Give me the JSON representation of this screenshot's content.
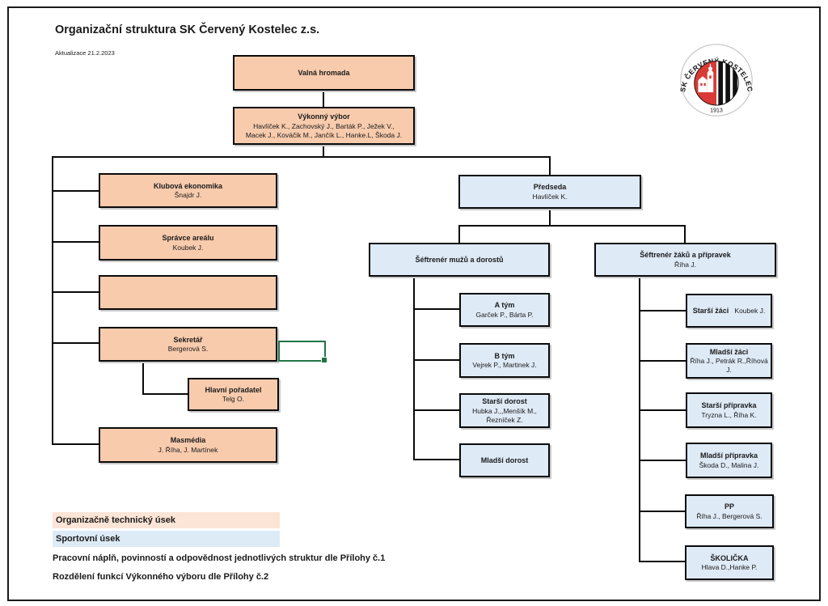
{
  "page": {
    "title": "Organizační struktura SK Červený Kostelec z.s.",
    "updated": "Aktualizace 21.2.2023"
  },
  "logo": {
    "text_top": "SK ČERVENÝ KOSTELEC",
    "year": "1913",
    "red": "#d93a35"
  },
  "colors": {
    "box_orange": "#F8CBAD",
    "box_blue": "#DEEAF6",
    "legend_orange": "#FCE4D6",
    "legend_blue": "#DDEBF7",
    "line": "#0a0a0a",
    "selection_green": "#217346"
  },
  "boxes": {
    "valna_hromada": {
      "title": "Valná hromada"
    },
    "vykonny_vybor": {
      "title": "Výkonný výbor",
      "name": "Havlíček K., Zachovský J., Barták P., Ježek V.,",
      "name2": "Macek J., Kováčik M., Jančík L., Hanke.L, Škoda J."
    },
    "klubova_ekonomika": {
      "title": "Klubová ekonomika",
      "name": "Šnajdr J."
    },
    "spravce_arealu": {
      "title": "Správce areálu",
      "name": "Koubek J."
    },
    "empty_box": {
      "title": "",
      "name": ""
    },
    "sekretar": {
      "title": "Sekretář",
      "name": "Bergerová S."
    },
    "hlavni_poradatel": {
      "title": "Hlavní pořadatel",
      "name": "Telg O."
    },
    "masmedia": {
      "title": "Masmédia",
      "name": "J. Říha, J. Martínek"
    },
    "predseda": {
      "title": "Předseda",
      "name": "Havlíček K."
    },
    "seftrener_muzu": {
      "title": "Šéftrenér mužů a dorostů"
    },
    "seftrener_zaku": {
      "title": "Šéftrenér žáků a přípravek",
      "name": "Říha J."
    },
    "a_tym": {
      "title": "A tým",
      "name": "Garček P., Bárta P."
    },
    "b_tym": {
      "title": "B tým",
      "name": "Vejrek P., Martinek J."
    },
    "starsi_dorost": {
      "title": "Starší dorost",
      "name": "Hubka J.,,Menšík M.,",
      "name2": "Řezníček Z."
    },
    "mladsi_dorost": {
      "title": "Mladší dorost"
    },
    "starsi_zaci": {
      "title": "Starší žáci",
      "name": "Koubek J."
    },
    "mladsi_zaci": {
      "title": "Mladší žáci",
      "name": "Říha J., Petrák R.,Říhová",
      "name2": "J."
    },
    "starsi_pripravka": {
      "title": "Starší přípravka",
      "name": "Tryzna L., Říha K."
    },
    "mladsi_pripravka": {
      "title": "Mladší přípravka",
      "name": "Škoda D., Malina J."
    },
    "pp": {
      "title": "PP",
      "name": "Říha J., Bergerová S."
    },
    "skolicka": {
      "title": "ŠKOLIČKA",
      "name": "Hlava D.,Hanke P."
    }
  },
  "legend": {
    "row1": "Organizačně technický úsek",
    "row2": "Sportovní úsek",
    "note1": "Pracovní náplň, povinností a odpovědnost jednotlivých struktur dle Přílohy č.1",
    "note2": "Rozdělení funkcí Výkonného výboru dle Přílohy č.2"
  }
}
